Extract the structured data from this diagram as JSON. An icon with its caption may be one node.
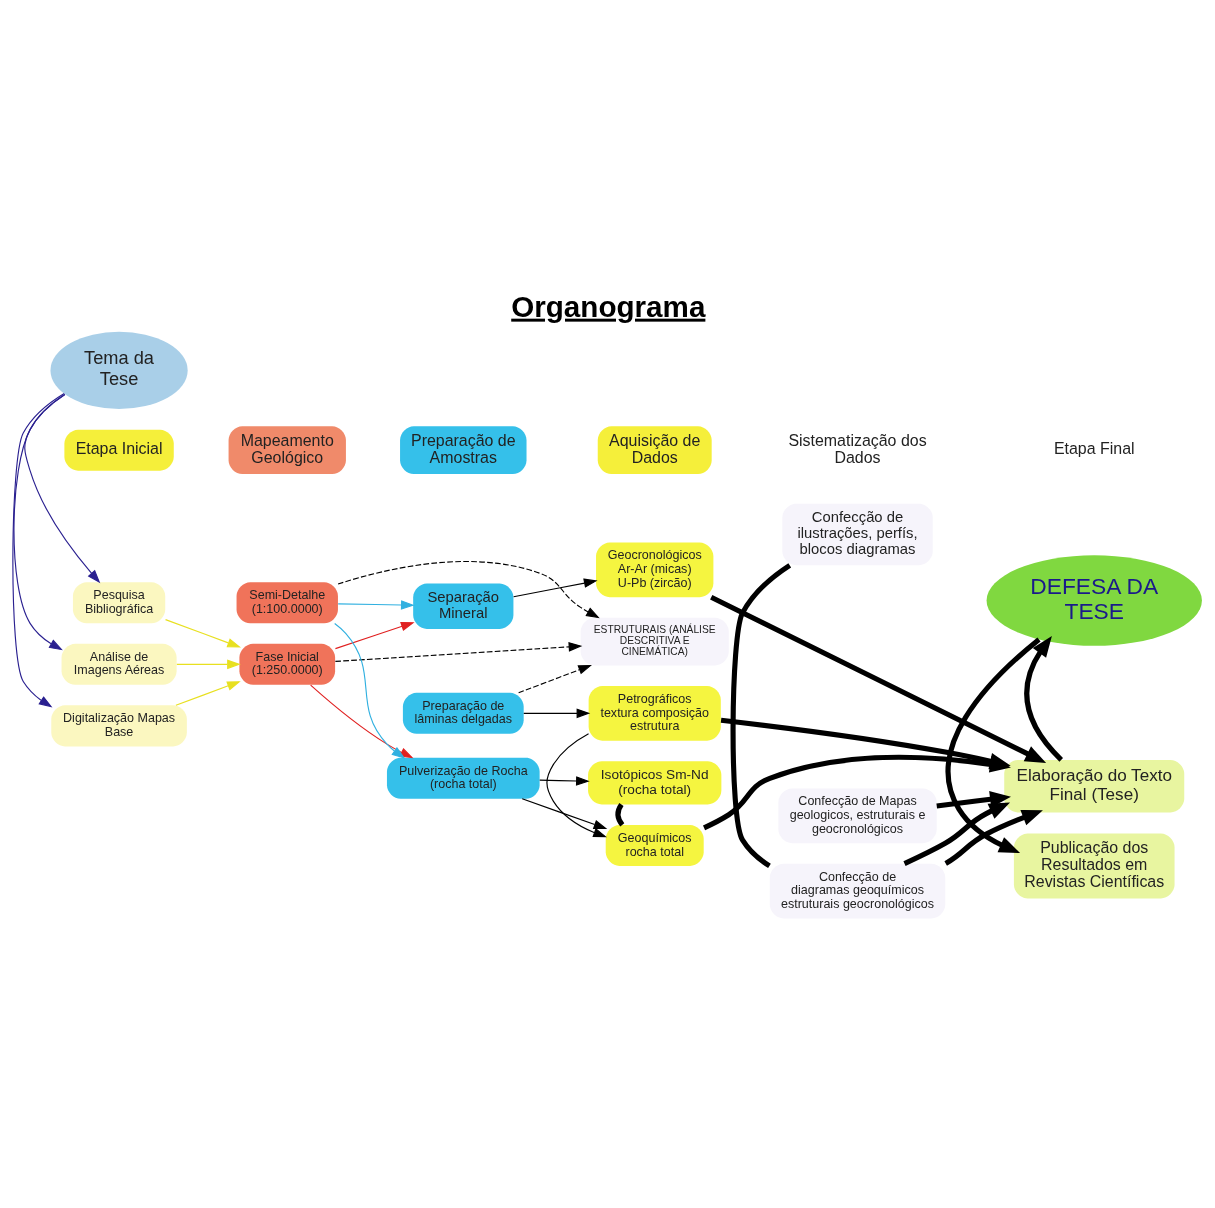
{
  "diagram": {
    "title": "Organograma",
    "nodes": [
      {
        "text": [
          "Etapa Inicial"
        ]
      },
      {
        "text": [
          "Mapeamento Geológico"
        ]
      },
      {
        "text": [
          "Preparação de Amostras"
        ]
      },
      {
        "text": [
          "Aquisição de Dados"
        ]
      },
      {
        "text": [
          "Sistematização dos Dados"
        ]
      },
      {
        "text": [
          "Etapa Final"
        ]
      },
      {
        "text": [
          "Tema da Tese"
        ]
      },
      {
        "text": [
          "Digitalização Mapas Base"
        ]
      },
      {
        "text": [
          "Pesquisa Bibliográfica"
        ]
      },
      {
        "text": [
          "Análise de Imagens Aéreas"
        ]
      },
      {
        "text": [
          "Fase Inicial (1:250.0000)"
        ]
      },
      {
        "text": [
          "Semi-Detalhe (1:100.0000)"
        ]
      },
      {
        "text": [
          "Separação Mineral"
        ]
      },
      {
        "text": [
          "Preparação de lâminas delgadas"
        ]
      },
      {
        "text": [
          "Pulverização de Rocha (rocha total)"
        ]
      },
      {
        "text": [
          "Geocronológicos",
          "Ar-Ar (micas) U-Pb (zircão)"
        ]
      },
      {
        "text": [
          "Petrográficos",
          "textura composição estrutura"
        ]
      },
      {
        "text": [
          "Geoquímicos",
          "rocha total"
        ]
      },
      {
        "text": [
          "Isotópicos Sm-Nd (rocha total)"
        ]
      },
      {
        "text": [
          "Confecção de Mapas geologicos, estruturais e geocronológicos"
        ]
      },
      {
        "text": [
          "Confecção de diagramas geoquímicos estruturais geocronológicos"
        ]
      },
      {
        "text": [
          "Confecção de ilustrações, perfís, blocos diagramas"
        ]
      },
      {
        "text": [
          "ESTRUTURAIS (ANÁLISE DESCRITIVA E CINEMÁTICA)"
        ]
      },
      {
        "text": [
          "Elaboração do Texto Final (Tese)"
        ]
      },
      {
        "text": [
          "DEFESA DA TESE"
        ]
      },
      {
        "text": [
          "Publicação dos Resultados em Revistas Científicas"
        ]
      }
    ],
    "edges": [
      {
        "from": 6,
        "to": 7,
        "arrow": "to",
        "color": "#2a2090"
      },
      {
        "from": 6,
        "to": 8,
        "arrow": "to",
        "color": "#2a2090"
      },
      {
        "from": 6,
        "to": 9,
        "arrow": "to",
        "color": "#2a2090"
      },
      {
        "from": 7,
        "to": 10,
        "arrow": "to",
        "color": "#e8e020"
      },
      {
        "from": 8,
        "to": 10,
        "arrow": "to",
        "color": "#e8e020"
      },
      {
        "from": 9,
        "to": 10,
        "arrow": "to",
        "color": "#e8e020"
      },
      {
        "from": 10,
        "to": 12,
        "arrow": "to",
        "color": "#e02020"
      },
      {
        "from": 10,
        "to": 14,
        "arrow": "to",
        "color": "#e02020"
      },
      {
        "from": 11,
        "to": 12,
        "arrow": "to",
        "color": "#30b0e0"
      },
      {
        "from": 11,
        "to": 14,
        "arrow": "to",
        "color": "#30b0e0"
      },
      {
        "from": 12,
        "to": 15,
        "arrow": "to"
      },
      {
        "from": 13,
        "to": 16,
        "arrow": "to"
      },
      {
        "from": 14,
        "to": 17,
        "arrow": "to"
      },
      {
        "from": 14,
        "to": 18,
        "arrow": "to"
      },
      {
        "from": 16,
        "to": 17,
        "arrow": "to"
      },
      {
        "from": 17,
        "to": 18,
        "arrow": "none",
        "style": "thick"
      },
      {
        "from": 10,
        "to": 22,
        "arrow": "to",
        "style": "dashed"
      },
      {
        "from": 11,
        "to": 22,
        "arrow": "to",
        "style": "dashed"
      },
      {
        "from": 13,
        "to": 22,
        "arrow": "to",
        "style": "dashed"
      },
      {
        "from": 15,
        "to": 23,
        "arrow": "to",
        "style": "thick"
      },
      {
        "from": 19,
        "to": 23,
        "arrow": "to",
        "style": "thick"
      },
      {
        "from": 16,
        "to": 23,
        "arrow": "to",
        "style": "thick"
      },
      {
        "from": 17,
        "to": 23,
        "arrow": "to",
        "style": "thick"
      },
      {
        "from": 20,
        "to": 23,
        "arrow": "to",
        "style": "thick"
      },
      {
        "from": 20,
        "to": 23,
        "arrow": "to",
        "style": "thick"
      },
      {
        "from": 21,
        "to": 20,
        "arrow": "none",
        "style": "thick"
      },
      {
        "from": 23,
        "to": 24,
        "arrow": "to",
        "style": "thick"
      },
      {
        "from": 24,
        "to": 25,
        "arrow": "to",
        "style": "thick"
      }
    ]
  }
}
